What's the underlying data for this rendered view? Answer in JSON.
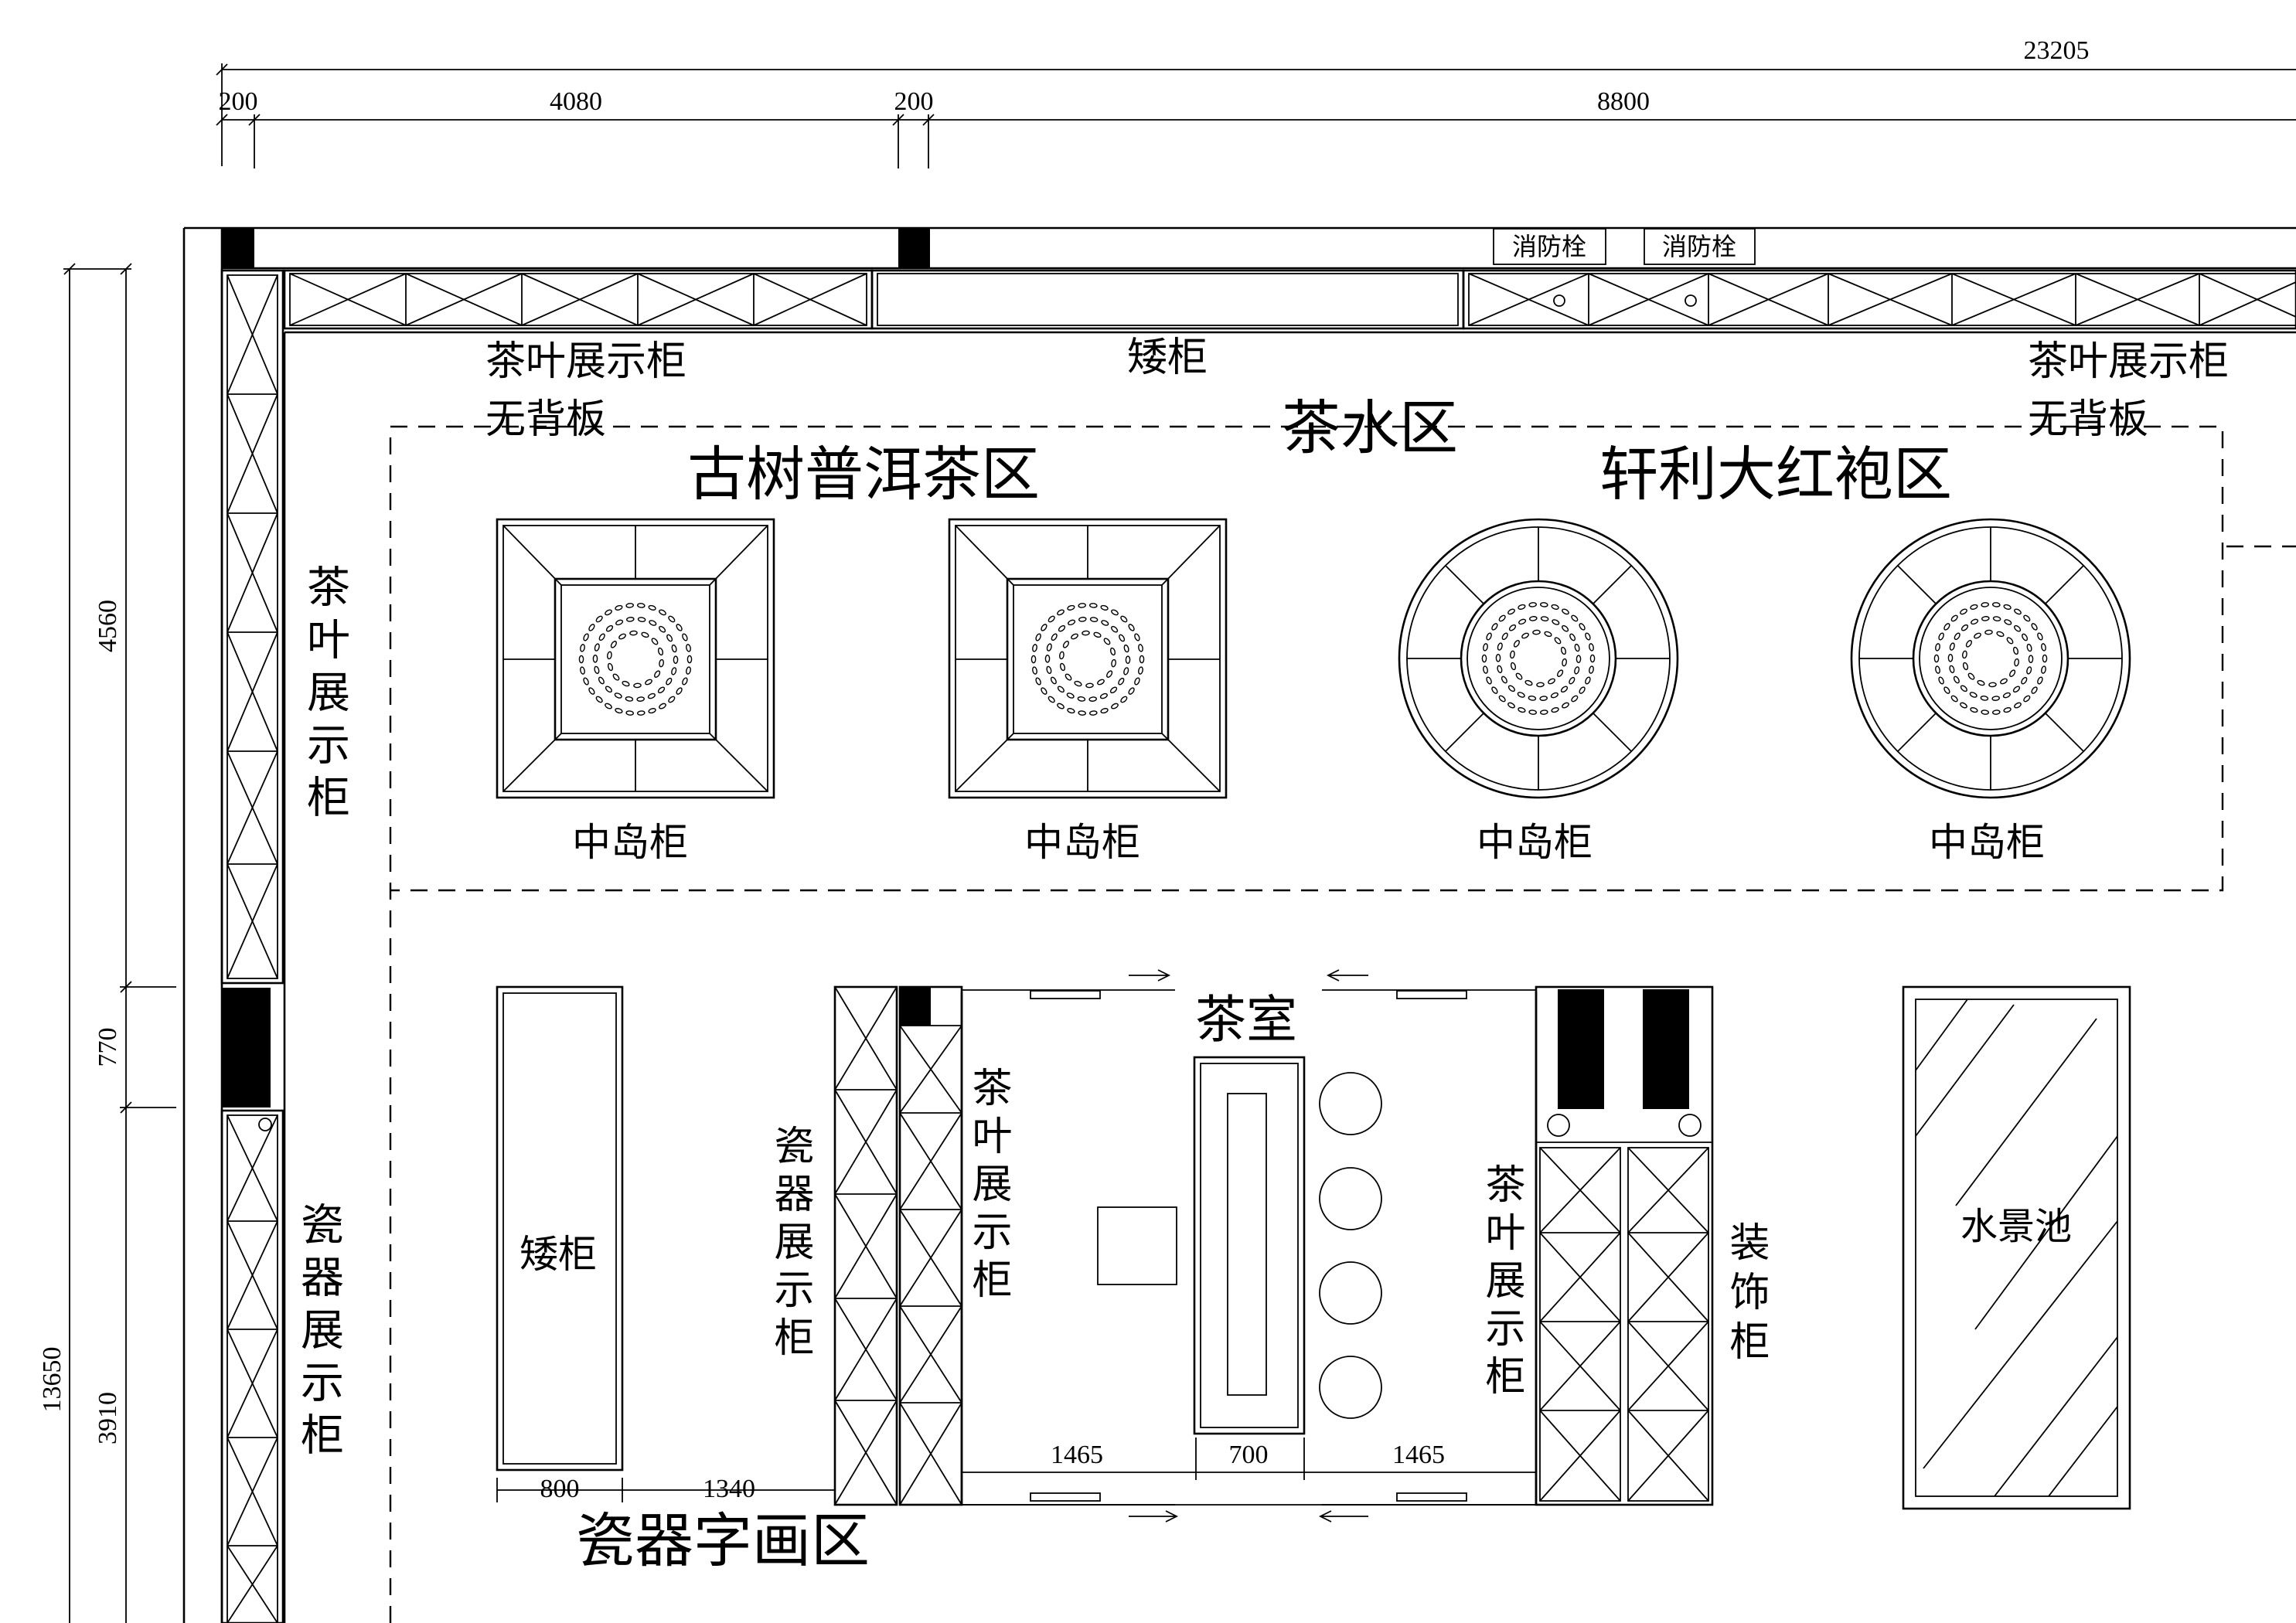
{
  "dims": {
    "top_total": "23205",
    "top_segments": [
      "200",
      "4080",
      "200",
      "8800"
    ],
    "left_total": "13650",
    "left_segments": [
      "4560",
      "770",
      "3910"
    ],
    "bottom_row": [
      "800",
      "1340",
      "1465",
      "700",
      "1465"
    ]
  },
  "labels": {
    "fire_hydrant": "消防栓",
    "low_cabinet": "矮柜",
    "tea_display_no_back_1": "茶叶展示柜",
    "tea_display_no_back_2": "无背板",
    "tea_water_area": "茶水区",
    "puer_area": "古树普洱茶区",
    "dahongpao_area": "轩利大红袍区",
    "island_cabinet": "中岛柜",
    "tea_display_vertical": "茶叶展示柜",
    "porcelain_display_vertical": "瓷器展示柜",
    "tea_room": "茶室",
    "decor_cabinet_vertical": "装饰柜",
    "water_pool": "水景池",
    "porcelain_art_area": "瓷器字画区"
  }
}
